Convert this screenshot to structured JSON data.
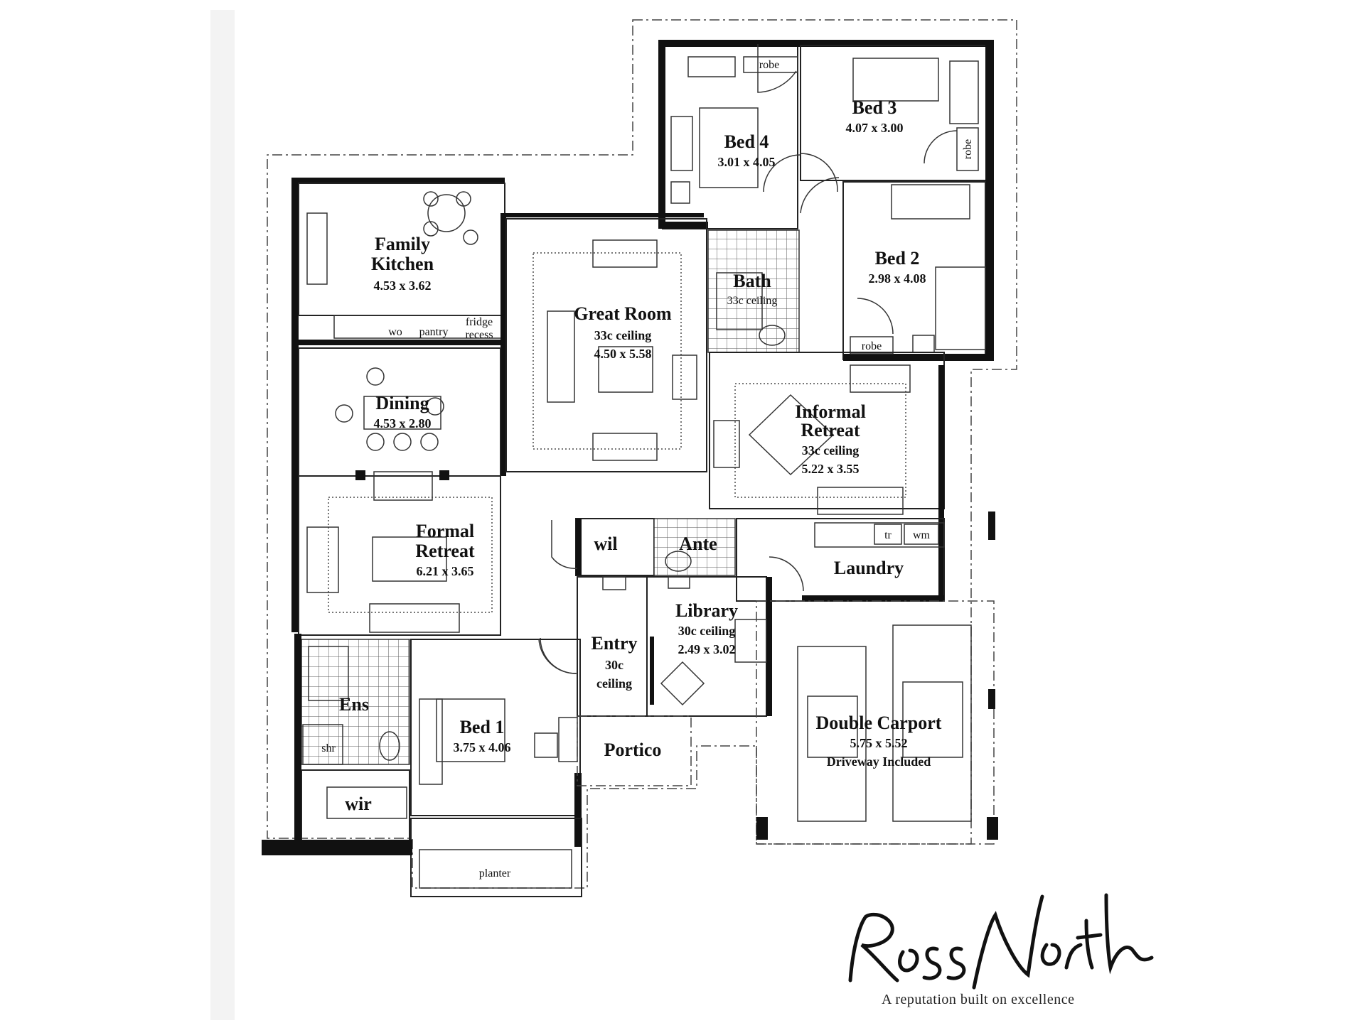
{
  "plan": {
    "rooms": {
      "family_kitchen": {
        "name_line1": "Family",
        "name_line2": "Kitchen",
        "dims": "4.53 x 3.62"
      },
      "great_room": {
        "name": "Great Room",
        "ceiling": "33c ceiling",
        "dims": "4.50  x  5.58"
      },
      "bed4": {
        "name": "Bed 4",
        "dims": "3.01 x 4.05"
      },
      "bed3": {
        "name": "Bed 3",
        "dims": "4.07 x 3.00"
      },
      "bed2": {
        "name": "Bed 2",
        "dims": "2.98 x 4.08"
      },
      "bath": {
        "name": "Bath",
        "ceiling": "33c ceiling"
      },
      "dining": {
        "name": "Dining",
        "dims": "4.53 x 2.80"
      },
      "informal_retreat": {
        "name_line1": "Informal",
        "name_line2": "Retreat",
        "ceiling": "33c ceiling",
        "dims": "5.22 x 3.55"
      },
      "formal_retreat": {
        "name_line1": "Formal",
        "name_line2": "Retreat",
        "dims": "6.21 x 3.65"
      },
      "wil": {
        "name": "wil"
      },
      "ante": {
        "name": "Ante"
      },
      "laundry": {
        "name": "Laundry",
        "tr": "tr",
        "wm": "wm"
      },
      "library": {
        "name": "Library",
        "ceiling": "30c ceiling",
        "dims": "2.49 x 3.02"
      },
      "entry": {
        "name": "Entry",
        "ceiling_line1": "30c",
        "ceiling_line2": "ceiling"
      },
      "ens": {
        "name": "Ens",
        "shr": "shr"
      },
      "bed1": {
        "name": "Bed 1",
        "dims": "3.75 x 4.06"
      },
      "portico": {
        "name": "Portico"
      },
      "wir": {
        "name": "wir"
      },
      "planter": {
        "name": "planter"
      },
      "double_carport": {
        "name": "Double Carport",
        "dims": "5.75 x 5.52",
        "note": "Driveway Included"
      }
    },
    "labels": {
      "robe_bed4": "robe",
      "robe_bed3": "robe",
      "robe_bed2": "robe",
      "wo": "wo",
      "pantry": "pantry",
      "fridge_line1": "fridge",
      "fridge_line2": "recess"
    }
  },
  "brand": {
    "logo_text": "Ross North",
    "tagline": "A reputation built on excellence"
  }
}
